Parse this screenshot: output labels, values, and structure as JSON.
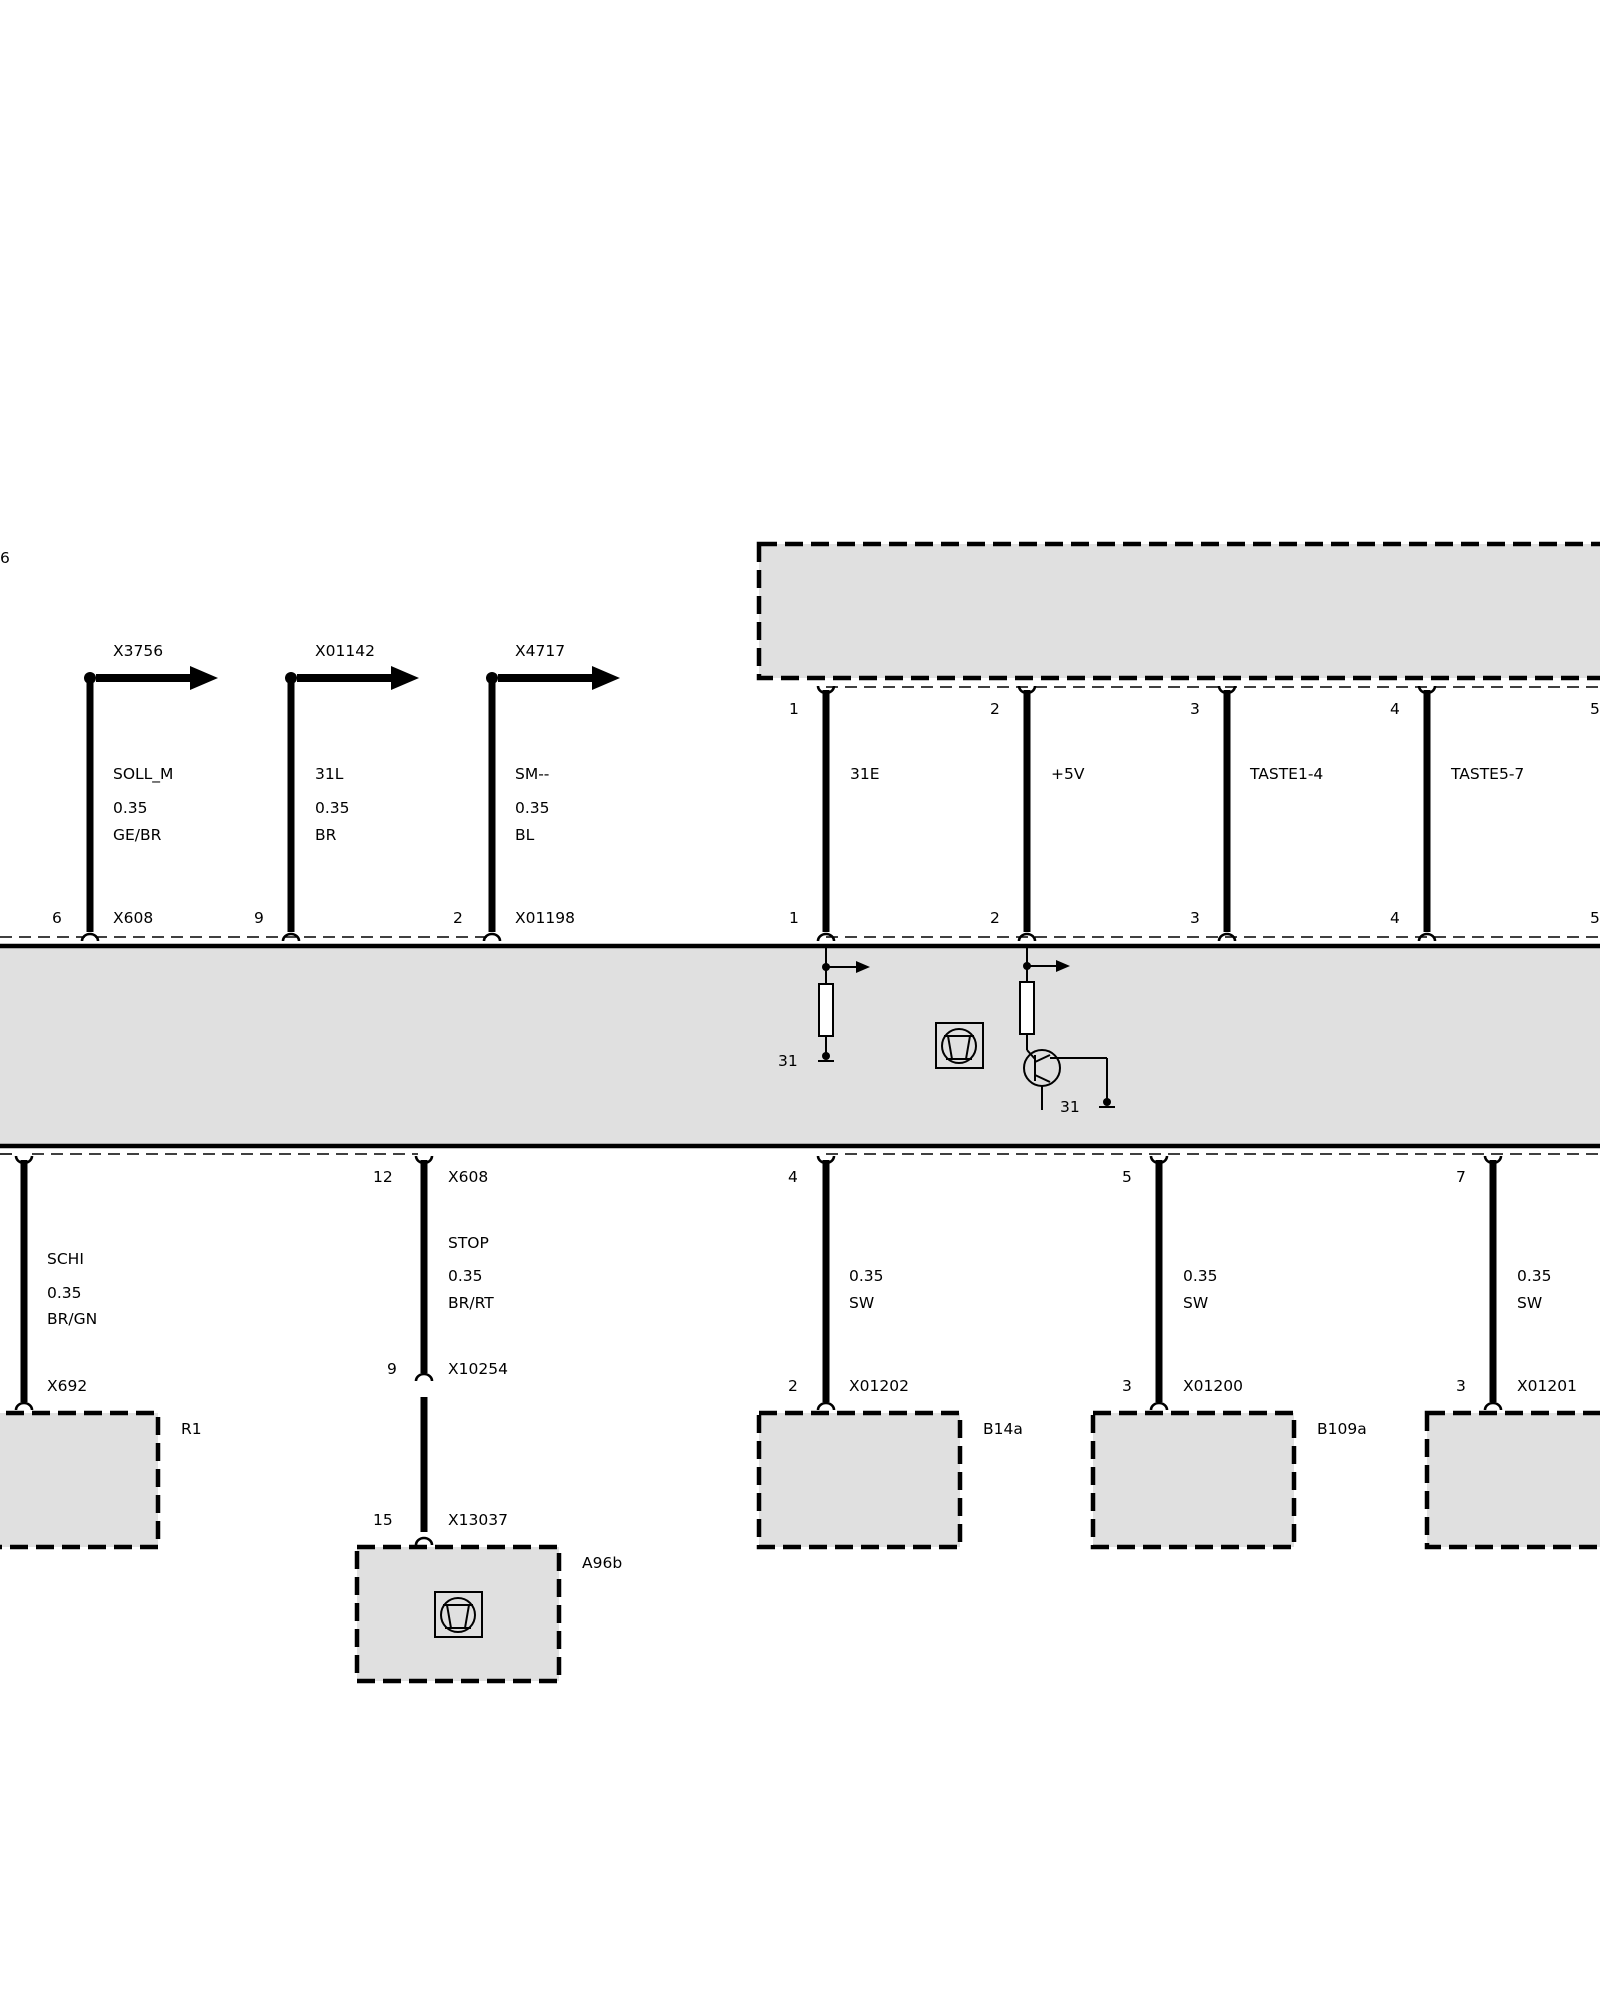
{
  "page_marks": {
    "left_edge_fragment": "6"
  },
  "arrow_connectors": [
    {
      "id": "X3756",
      "wire": "SOLL_M",
      "size": "0.35",
      "color": "GE/BR",
      "pin": "6",
      "plug": "X608"
    },
    {
      "id": "X01142",
      "wire": "31L",
      "size": "0.35",
      "color": "BR",
      "pin": "9",
      "plug": ""
    },
    {
      "id": "X4717",
      "wire": "SM--",
      "size": "0.35",
      "color": "BL",
      "pin": "2",
      "plug": "X01198"
    }
  ],
  "top_module_wires": [
    {
      "pin_top": "1",
      "pin_bottom": "1",
      "signal": "31E"
    },
    {
      "pin_top": "2",
      "pin_bottom": "2",
      "signal": "+5V"
    },
    {
      "pin_top": "3",
      "pin_bottom": "3",
      "signal": "TASTE1-4"
    },
    {
      "pin_top": "4",
      "pin_bottom": "4",
      "signal": "TASTE5-7"
    },
    {
      "pin_top": "5",
      "pin_bottom": "5",
      "signal": ""
    }
  ],
  "internal": {
    "ground_left": "31",
    "ground_right": "31"
  },
  "bottom_wires": [
    {
      "pin": "",
      "plug": "",
      "signal": "SCHI",
      "size": "0.35",
      "color": "BR/GN",
      "end_pin": "",
      "end_plug": "X692",
      "component": "R1"
    },
    {
      "pin": "12",
      "plug": "X608",
      "signal": "STOP",
      "size": "0.35",
      "color": "BR/RT",
      "end_pin": "9",
      "end_plug": "X10254",
      "component": ""
    },
    {
      "pin": "4",
      "plug": "",
      "signal": "",
      "size": "0.35",
      "color": "SW",
      "end_pin": "2",
      "end_plug": "X01202",
      "component": "B14a"
    },
    {
      "pin": "5",
      "plug": "",
      "signal": "",
      "size": "0.35",
      "color": "SW",
      "end_pin": "3",
      "end_plug": "X01200",
      "component": "B109a"
    },
    {
      "pin": "7",
      "plug": "",
      "signal": "",
      "size": "0.35",
      "color": "SW",
      "end_pin": "3",
      "end_plug": "X01201",
      "component": ""
    }
  ],
  "a96b": {
    "pin": "15",
    "plug": "X13037",
    "component": "A96b"
  }
}
